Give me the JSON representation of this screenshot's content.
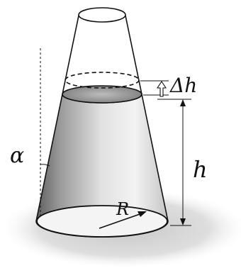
{
  "labels": {
    "alpha": "α",
    "delta_h": "Δh",
    "h": "h",
    "R": "R"
  },
  "colors": {
    "ink": "#111111",
    "shadow": "#cfcfcf",
    "liquid_dark": "#8c8c8c",
    "liquid_light": "#e4e4e4"
  }
}
